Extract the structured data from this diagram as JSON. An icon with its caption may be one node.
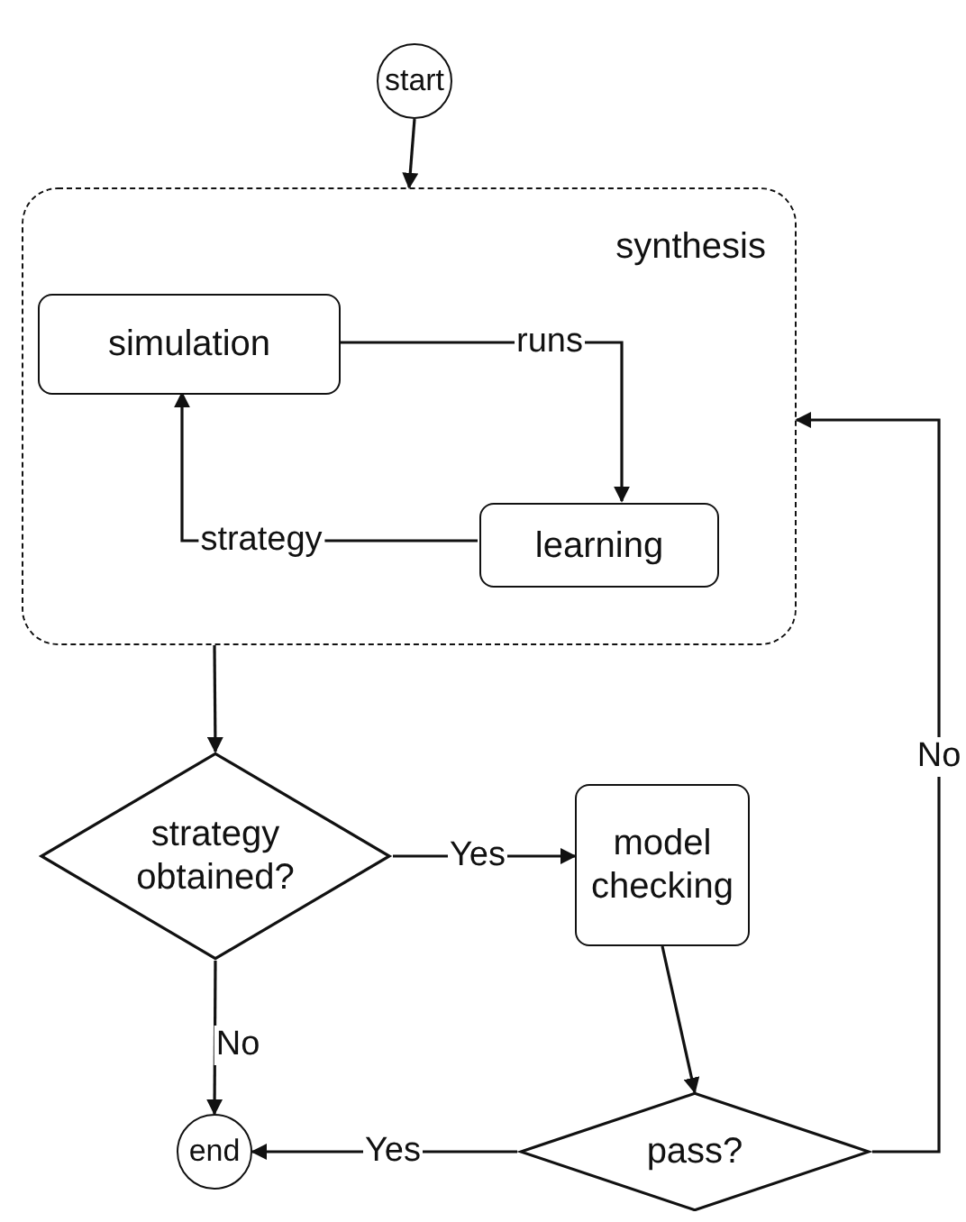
{
  "diagram": {
    "nodes": [
      {
        "text": [
          "start"
        ]
      },
      {
        "text": [
          "synthesis"
        ]
      },
      {
        "text": [
          "simulation"
        ],
        "in": 1
      },
      {
        "text": [
          "learning"
        ],
        "in": 1
      },
      {
        "text": [
          "strategy obtained?"
        ]
      },
      {
        "text": [
          "model checking"
        ]
      },
      {
        "text": [
          "pass?"
        ]
      },
      {
        "text": [
          "end"
        ]
      }
    ],
    "edges": [
      {
        "from": 0,
        "to": 1,
        "arrow": "to"
      },
      {
        "from": 2,
        "to": 3,
        "arrow": "to",
        "label": "runs"
      },
      {
        "from": 3,
        "to": 2,
        "arrow": "to",
        "label": "strategy"
      },
      {
        "from": 1,
        "to": 4,
        "arrow": "to"
      },
      {
        "from": 4,
        "to": 5,
        "arrow": "to",
        "label": "Yes"
      },
      {
        "from": 4,
        "to": 7,
        "arrow": "to",
        "label": "No"
      },
      {
        "from": 5,
        "to": 6,
        "arrow": "to"
      },
      {
        "from": 6,
        "to": 7,
        "arrow": "to",
        "label": "Yes"
      },
      {
        "from": 6,
        "to": 1,
        "arrow": "to",
        "label": "No"
      }
    ]
  }
}
